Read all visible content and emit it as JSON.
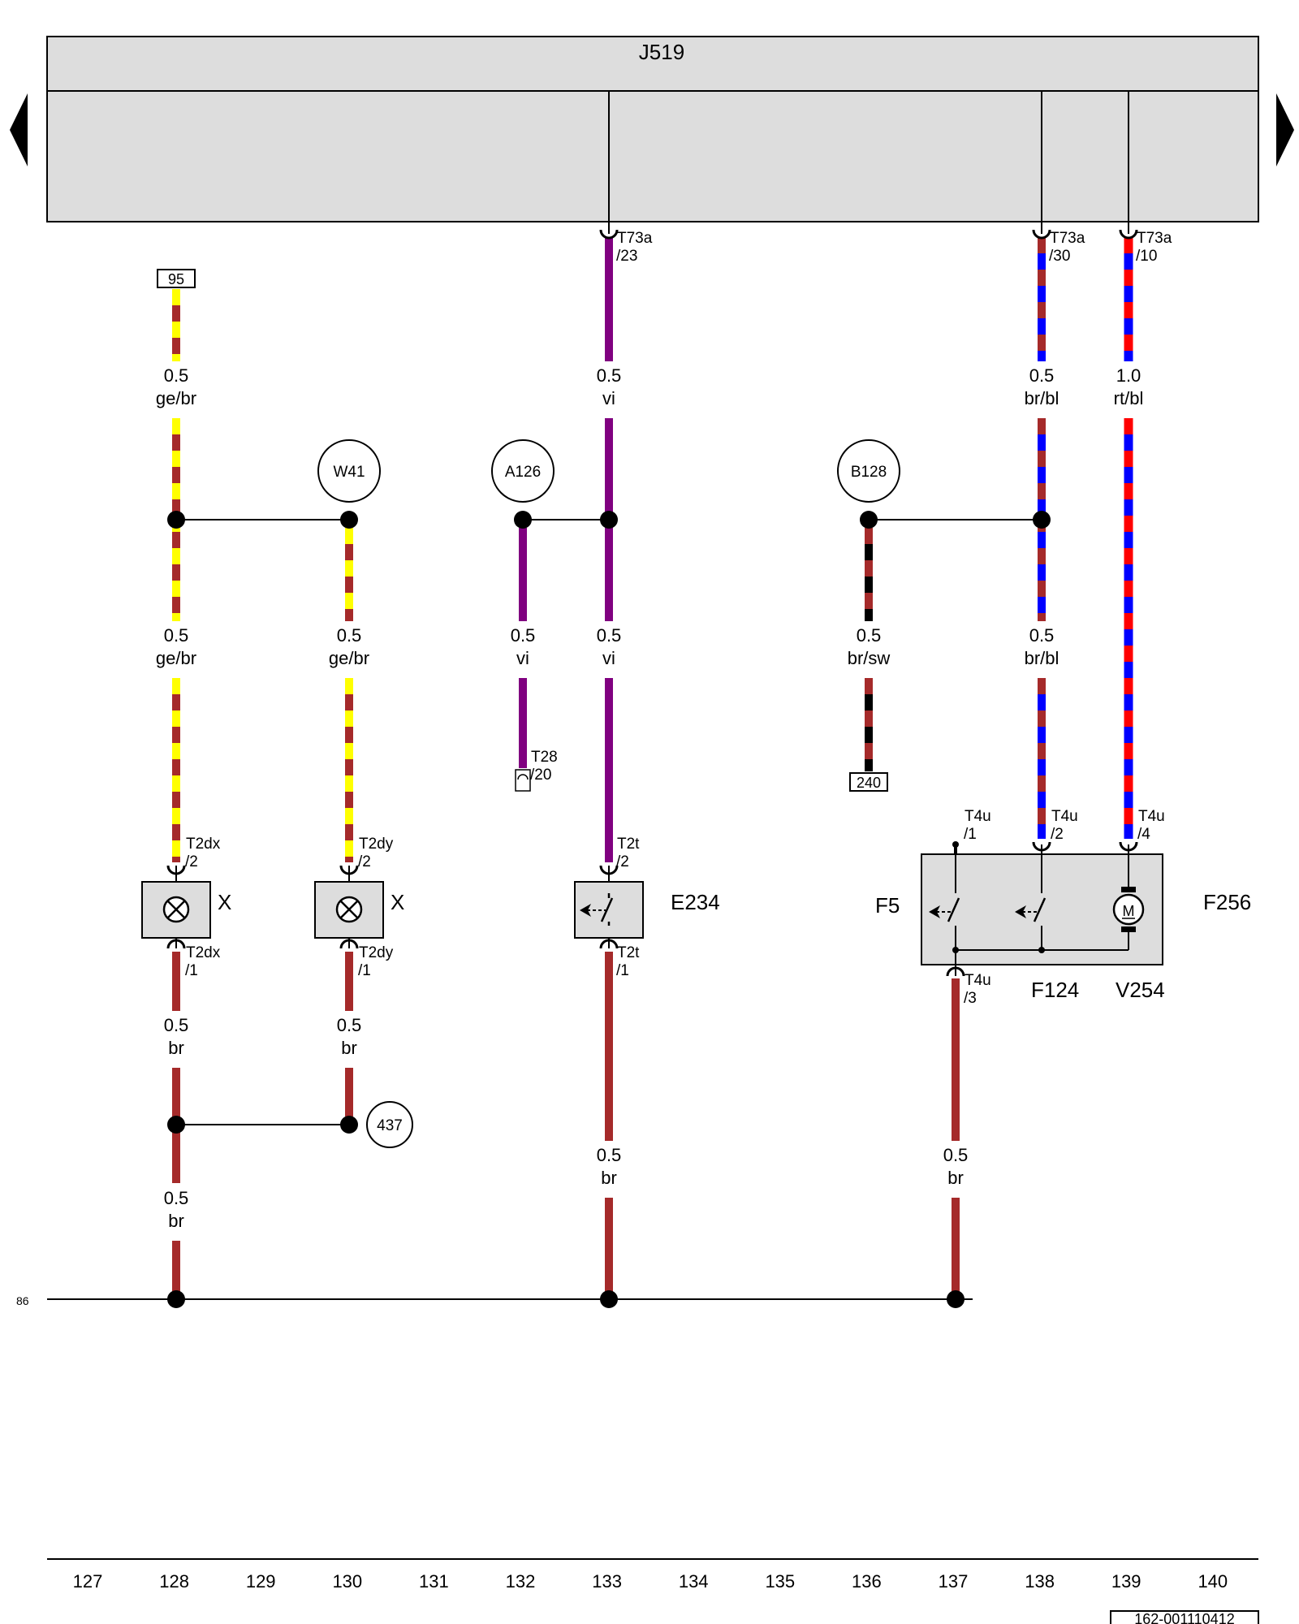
{
  "control_unit": {
    "id": "J519"
  },
  "wire_labels": [
    {
      "gauge": "0.5",
      "color": "ge/br"
    },
    {
      "gauge": "0.5",
      "color": "ge/br"
    },
    {
      "gauge": "0.5",
      "color": "ge/br"
    },
    {
      "gauge": "0.5",
      "color": "br"
    },
    {
      "gauge": "0.5",
      "color": "br"
    },
    {
      "gauge": "0.5",
      "color": "br"
    },
    {
      "gauge": "0.5",
      "color": "vi"
    },
    {
      "gauge": "0.5",
      "color": "vi"
    },
    {
      "gauge": "0.5",
      "color": "vi"
    },
    {
      "gauge": "0.5",
      "color": "br"
    },
    {
      "gauge": "0.5",
      "color": "br/sw"
    },
    {
      "gauge": "0.5",
      "color": "br"
    },
    {
      "gauge": "0.5",
      "color": "br/bl"
    },
    {
      "gauge": "0.5",
      "color": "br/bl"
    },
    {
      "gauge": "1.0",
      "color": "rt/bl"
    }
  ],
  "connectors": [
    {
      "name": "T73a",
      "pin": "/23"
    },
    {
      "name": "T73a",
      "pin": "/30"
    },
    {
      "name": "T73a",
      "pin": "/10"
    },
    {
      "name": "T2dx",
      "pin": "/2"
    },
    {
      "name": "T2dx",
      "pin": "/1"
    },
    {
      "name": "T2dy",
      "pin": "/2"
    },
    {
      "name": "T2dy",
      "pin": "/1"
    },
    {
      "name": "T28",
      "pin": "/20"
    },
    {
      "name": "T2t",
      "pin": "/2"
    },
    {
      "name": "T2t",
      "pin": "/1"
    },
    {
      "name": "T4u",
      "pin": "/1"
    },
    {
      "name": "T4u",
      "pin": "/2"
    },
    {
      "name": "T4u",
      "pin": "/4"
    },
    {
      "name": "T4u",
      "pin": "/3"
    }
  ],
  "junction_circles": [
    "W41",
    "A126",
    "B128",
    "437"
  ],
  "reference_boxes": [
    "95",
    "240"
  ],
  "components": {
    "lamp_x1": "X",
    "lamp_x2": "X",
    "switch_e234": "E234",
    "switch_f5": "F5",
    "switch_f124": "F124",
    "motor_v254": "V254",
    "unit_f256": "F256",
    "motor_symbol": "M"
  },
  "ground_line": {
    "id": "86"
  },
  "current_track_numbers": [
    "127",
    "128",
    "129",
    "130",
    "131",
    "132",
    "133",
    "134",
    "135",
    "136",
    "137",
    "138",
    "139",
    "140"
  ],
  "drawing_number": "162-001110412",
  "wire_color_codes": {
    "ge": "#ffff00",
    "br": "#a52a2a",
    "vi": "#800080",
    "sw": "#000000",
    "bl": "#0000ff",
    "rt": "#ff0000"
  }
}
